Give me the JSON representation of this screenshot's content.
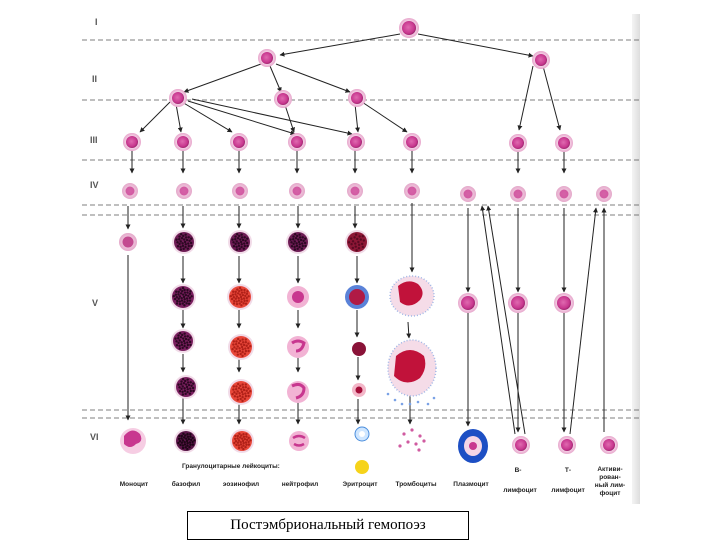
{
  "rows": [
    "I",
    "II",
    "III",
    "IV",
    "V",
    "VI"
  ],
  "group_label": "Гранулоцитарные лейкоциты:",
  "bottom_labels": {
    "monocyte": "Моноцит",
    "basophil": "базофил",
    "eosinophil": "эозинофил",
    "neutrophil": "нейтрофил",
    "erythrocyte": "Эритроцит",
    "thrombocytes": "Тромбоциты",
    "plasmocyte": "Плазмоцит",
    "b_lymph_1": "В-",
    "b_lymph_2": "лимфоцит",
    "t_lymph_1": "Т-",
    "t_lymph_2": "лимфоцит",
    "act_1": "Активи-",
    "act_2": "рован-",
    "act_3": "ный лим-",
    "act_4": "фоцит"
  },
  "title": "Постэмбриональный гемопоэз",
  "colors": {
    "cell": "#c8378f",
    "cell_halo": "#f3c9e3",
    "basophil": "#5a1548",
    "eosinophil": "#e8473a",
    "erythro": "#c7173e",
    "plasma_ring": "#1d4fc4"
  }
}
